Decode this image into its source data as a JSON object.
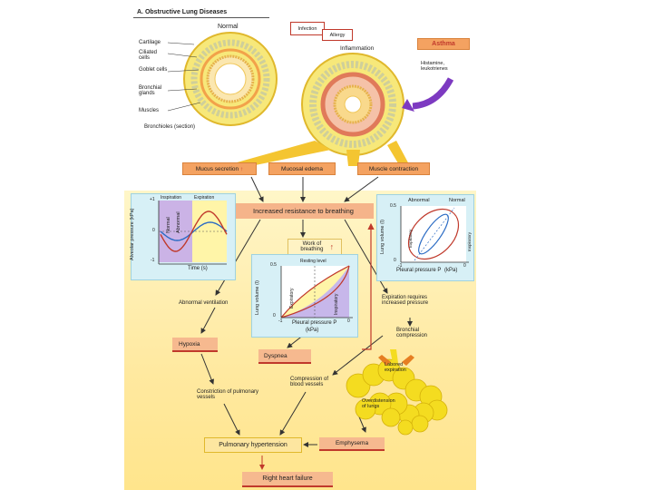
{
  "title": "A. Obstructive Lung Diseases",
  "normal_label": "Normal",
  "anatomy": {
    "labels": [
      "Cartilage",
      "Ciliated cells",
      "Goblet cells",
      "Bronchial glands",
      "Muscles"
    ],
    "section": "Bronchioles (section)"
  },
  "causes": {
    "infection": "Infection",
    "allergy": "Allergy",
    "inflammation": "Inflammation",
    "asthma": "Asthma",
    "mediators": "Histamine, leukotrienes"
  },
  "effects": [
    "Mucus secretion",
    "Mucosal edema",
    "Muscle contraction"
  ],
  "up_arrow": "↑",
  "central": "Increased resistance to breathing",
  "work": "Work of breathing",
  "left_chart": {
    "ylabel": "Alveolar pressure (kPa)",
    "phases": [
      "Inspiration",
      "Expiration"
    ],
    "series": [
      "Normal",
      "Abnormal"
    ],
    "xlabel": "Time (s)",
    "yticks": [
      "+1",
      "0",
      "-1"
    ]
  },
  "mid_chart": {
    "ylabel": "Lung volume (l)",
    "top_label": "Resting level",
    "phases": [
      "Expiratory",
      "Inspiratory"
    ],
    "xlabel": "Pleural pressure P",
    "xunit": "(kPa)",
    "yticks": [
      "0.5",
      "0"
    ],
    "xticks": [
      "-1",
      "0"
    ]
  },
  "right_chart": {
    "ylabel": "Lung volume (l)",
    "series": [
      "Abnormal",
      "Normal"
    ],
    "phases": [
      "Expiratory",
      "Inspiratory"
    ],
    "xlabel": "Pleural pressure P",
    "xunit": "(kPa)",
    "yticks": [
      "0.5",
      "0"
    ],
    "xticks": [
      "-1",
      "0"
    ]
  },
  "flow": {
    "abnormal_ventilation": "Abnormal ventilation",
    "expiration_pressure": "Expiration requires increased pressure",
    "bronchial_compression": "Bronchial compression",
    "hypoxia": "Hypoxia",
    "dyspnea": "Dyspnea",
    "labored_expiration": "Labored expiration",
    "compression_vessels": "Compression of blood vessels",
    "overdistension": "Overdistension of lungs",
    "constriction": "Constriction of pulmonary vessels",
    "emphysema": "Emphysema",
    "pulm_hypertension": "Pulmonary hypertension",
    "heart_failure": "Right heart failure"
  },
  "colors": {
    "orange_box": "#f4a261",
    "panel": "#d7f0f6",
    "yellow_bg": "#ffe9a0",
    "red_arrow": "#c0392b"
  }
}
